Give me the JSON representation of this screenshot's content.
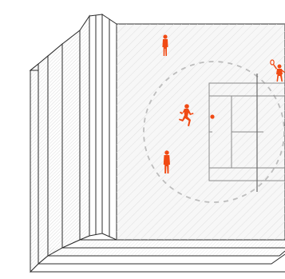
{
  "colors": {
    "ink": "#2b2b2b",
    "accent": "#f04a14",
    "field": "#f5f5f5",
    "hatch": "#cfcfcf",
    "dash": "#bdbdbd",
    "background": "#ffffff"
  },
  "figures": [
    {
      "name": "figure-standing-top-icon",
      "pose": "standing"
    },
    {
      "name": "figure-running-icon",
      "pose": "running"
    },
    {
      "name": "figure-standing-bottom-icon",
      "pose": "standing"
    },
    {
      "name": "figure-racket-player-icon",
      "pose": "serving"
    }
  ],
  "ball": {
    "name": "ball-icon"
  }
}
